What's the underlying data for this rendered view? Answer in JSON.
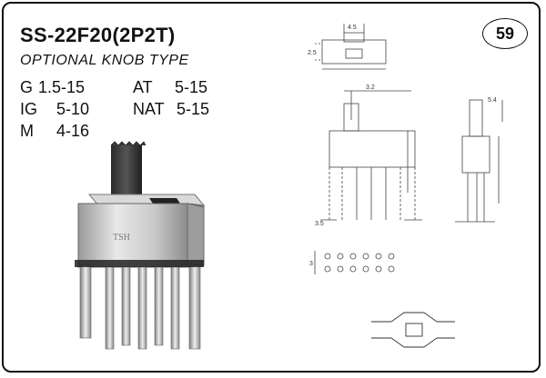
{
  "product": {
    "model": "SS-22F20(2P2T)",
    "subtitle": "OPTIONAL KNOB TYPE",
    "page_number": "59",
    "brand_mark": "TSH"
  },
  "knob_options": [
    {
      "code": "G",
      "range": "1.5-15"
    },
    {
      "code": "AT",
      "range": "5-15"
    },
    {
      "code": "IG",
      "range": "5-10"
    },
    {
      "code": "NAT",
      "range": "5-15"
    },
    {
      "code": "M",
      "range": "4-16"
    }
  ],
  "drawing_labels": {
    "front_pitch": "3.2",
    "side_dim": "3.5",
    "top_dim": "4.5",
    "left_dim": "2.5",
    "right_dim": "5.4",
    "pcb_dim": "3"
  }
}
